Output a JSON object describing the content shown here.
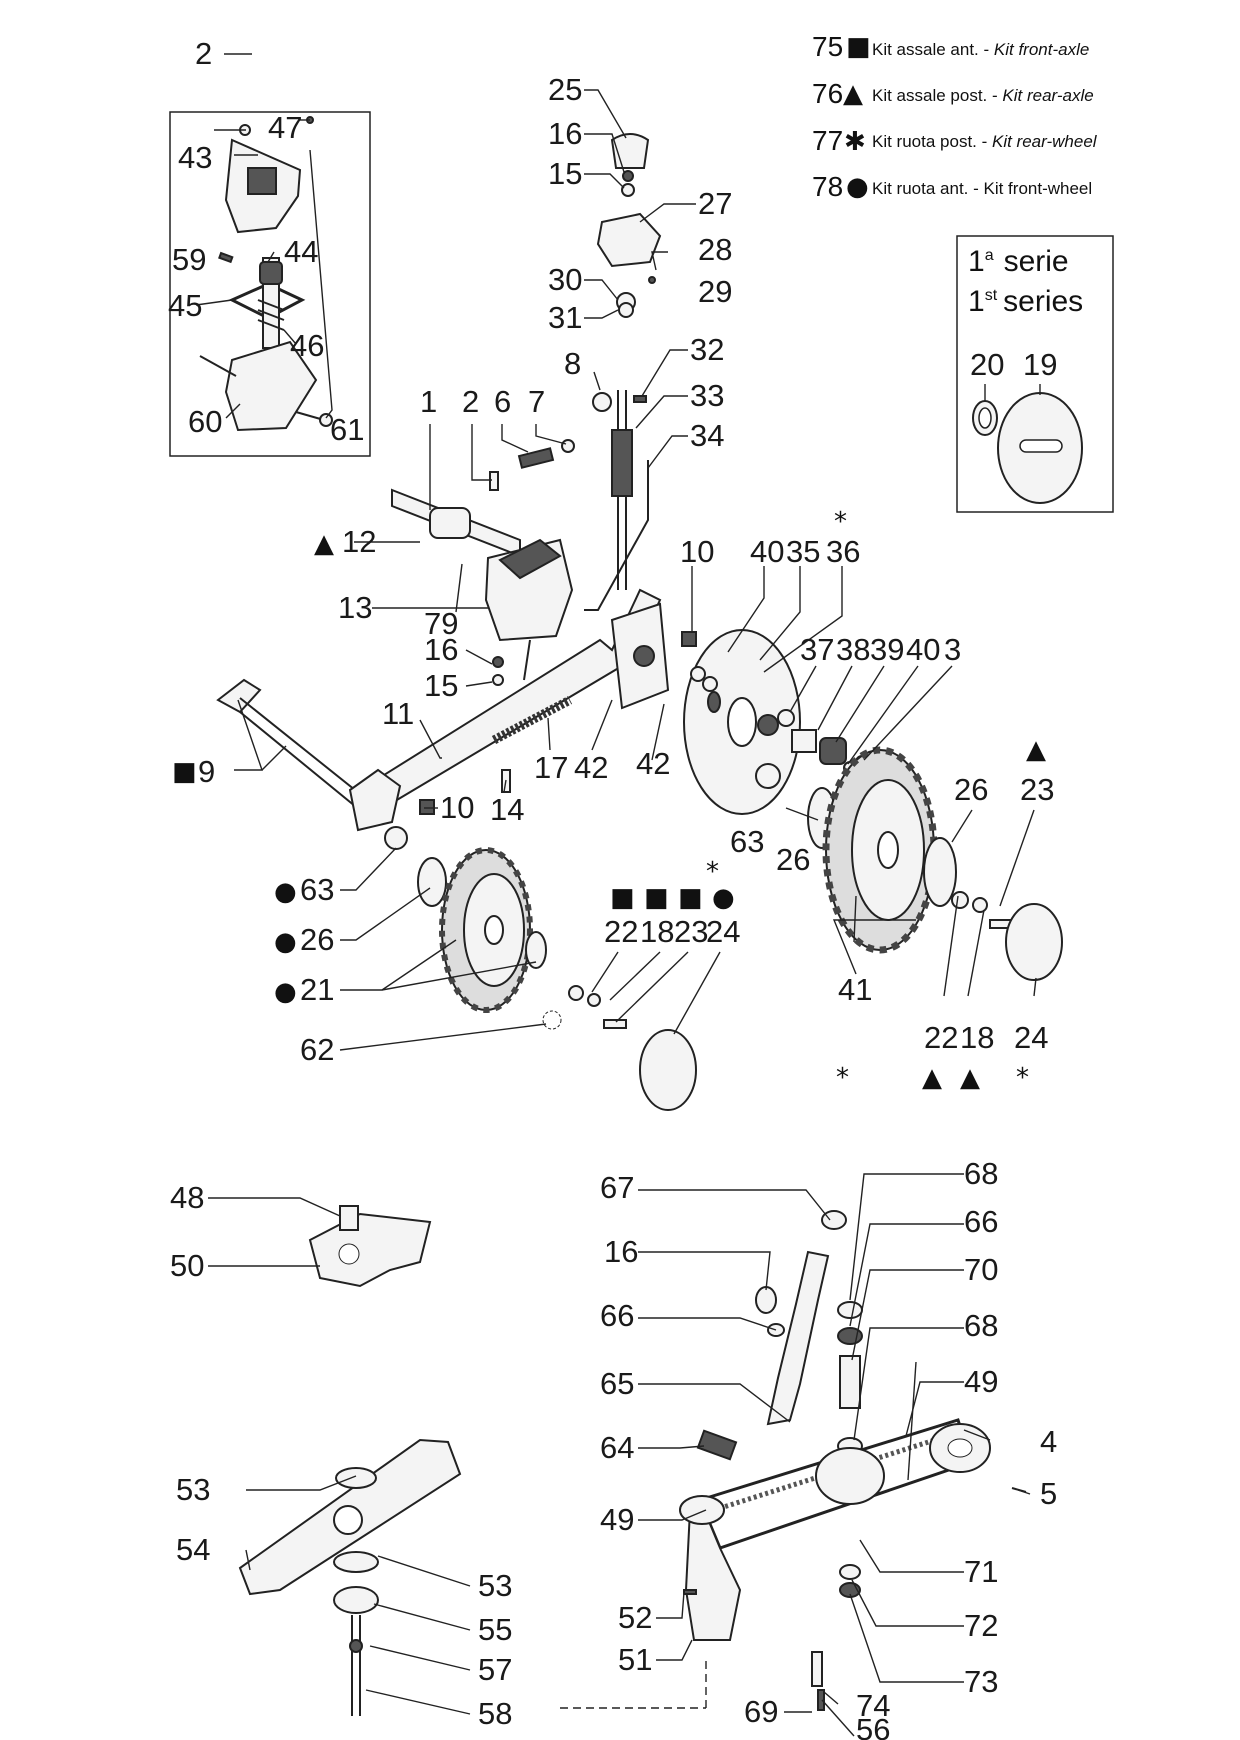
{
  "legend": [
    {
      "num": "75",
      "symbol": "■",
      "text_it": "Kit assale ant. - ",
      "text_en": "Kit front-axle"
    },
    {
      "num": "76",
      "symbol": "▲",
      "text_it": "Kit assale post. - ",
      "text_en": "Kit rear-axle"
    },
    {
      "num": "77",
      "symbol": "✱",
      "text_it": "Kit ruota post. - ",
      "text_en": "Kit rear-wheel"
    },
    {
      "num": "78",
      "symbol": "●",
      "text_it": "Kit ruota ant. - Kit front-wheel",
      "text_en": ""
    }
  ],
  "series_box": {
    "line1_sup": "a",
    "line1_num": "1",
    "line1_word": "serie",
    "line2_sup": "st",
    "line2_num": "1",
    "line2_word": "series",
    "parts": [
      "20",
      "19"
    ]
  },
  "callouts": [
    "2",
    "47",
    "43",
    "59",
    "44",
    "45",
    "46",
    "60",
    "61",
    "25",
    "16",
    "15",
    "27",
    "28",
    "30",
    "29",
    "31",
    "32",
    "8",
    "33",
    "34",
    "1",
    "2",
    "6",
    "7",
    "12",
    "13",
    "79",
    "16",
    "15",
    "11",
    "9",
    "10",
    "14",
    "17",
    "42",
    "42",
    "10",
    "40",
    "35",
    "36",
    "37",
    "38",
    "39",
    "40",
    "3",
    "26",
    "23",
    "63",
    "26",
    "63",
    "26",
    "21",
    "22",
    "18",
    "23",
    "24",
    "62",
    "41",
    "22",
    "18",
    "24",
    "48",
    "50",
    "67",
    "68",
    "16",
    "66",
    "70",
    "66",
    "68",
    "65",
    "49",
    "64",
    "4",
    "5",
    "49",
    "71",
    "52",
    "51",
    "72",
    "73",
    "69",
    "74",
    "56",
    "53",
    "54",
    "53",
    "55",
    "57",
    "58"
  ],
  "symbols": [
    "▲",
    "■",
    "*",
    "●",
    "●",
    "●",
    "■",
    "■",
    "■",
    "●",
    "*",
    "*",
    "*",
    "▲",
    "▲",
    "*",
    "▲"
  ]
}
